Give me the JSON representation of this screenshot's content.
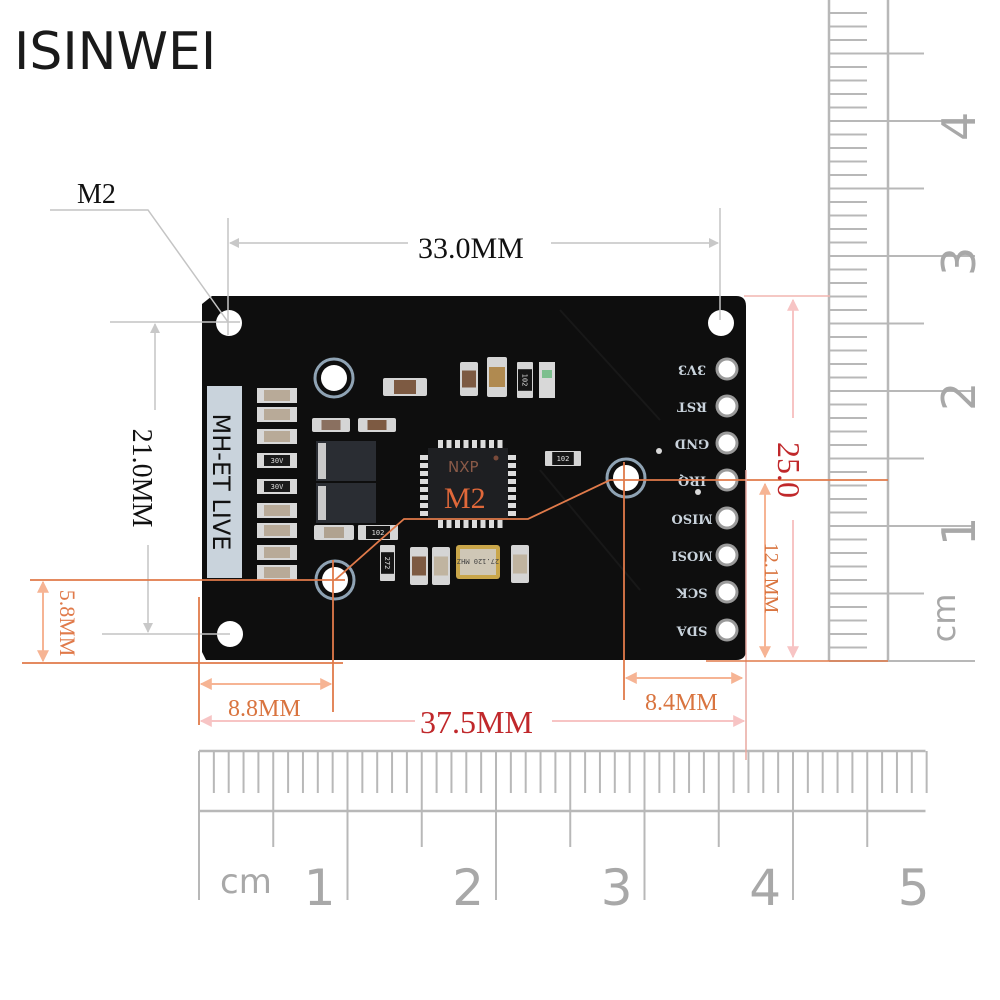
{
  "brand": "ISINWEI",
  "colors": {
    "pcb": "#0e0e0e",
    "silkscreen": "#c9d3dc",
    "dim_gray": "#bdbdbd",
    "dim_orange": "#f08c5a",
    "dim_orange_light": "#f7b89a",
    "dim_red": "#c0282b",
    "ruler": "#b8b8b8",
    "ruler_text": "#a8a8a8",
    "crystal_gold": "#c9a64a"
  },
  "annotations": {
    "hole_callout": "M2",
    "width_holes": "33.0MM",
    "height_holes": "21.0MM",
    "hole_offset_bottom": "5.8MM",
    "hole_offset_left": "8.8MM",
    "total_width": "37.5MM",
    "hole_offset_right": "8.4MM",
    "total_height": "25.0",
    "hole_offset_right_height": "12.1MM",
    "chip_hole_label": "M2"
  },
  "board": {
    "model_label": "MH-ET LIVE",
    "chip_brand": "NXP",
    "crystal_text": "27.120 MHZ",
    "resistor_codes": [
      "102",
      "102",
      "102",
      "272"
    ],
    "capacitor_codes": [
      "30V",
      "30V"
    ],
    "pins": [
      "3V3",
      "RST",
      "GND",
      "IRQ",
      "MISO",
      "MOSI",
      "SCK",
      "SDA"
    ]
  },
  "rulers": {
    "bottom": {
      "unit": "cm",
      "labels": [
        "1",
        "2",
        "3",
        "4",
        "5"
      ]
    },
    "right": {
      "unit": "cm",
      "labels": [
        "1",
        "2",
        "3",
        "4"
      ]
    }
  }
}
